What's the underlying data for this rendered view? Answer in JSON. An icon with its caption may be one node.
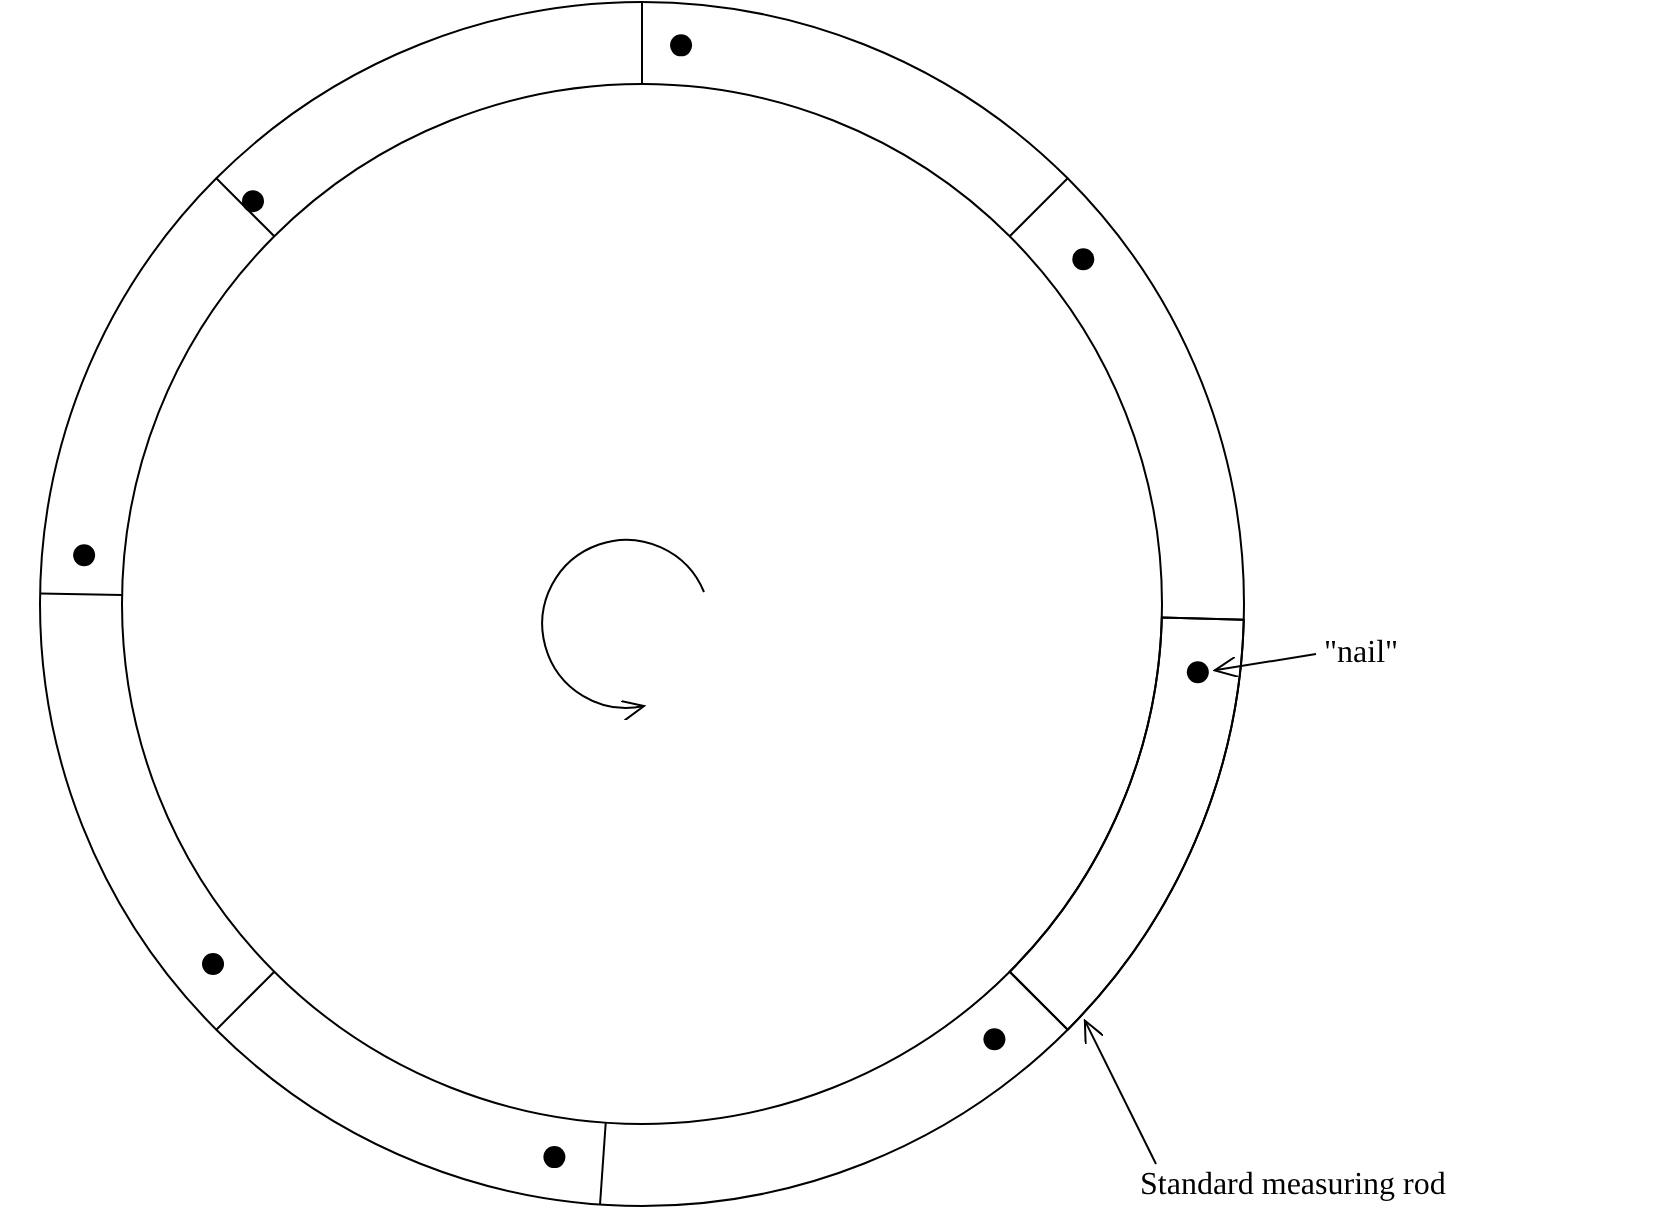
{
  "diagram": {
    "nodes": [
      {
        "text": [
          "\"nail\""
        ]
      },
      {
        "text": [
          "Standard measuring rod"
        ]
      },
      {
        "text": [],
        "shape": "bar"
      },
      {
        "text": [],
        "shape": "circle"
      },
      {
        "text": [],
        "shape": "circle"
      },
      {
        "text": [],
        "shape": "circle"
      },
      {
        "text": [],
        "shape": "circle"
      },
      {
        "text": [],
        "shape": "circle",
        "in": 2
      },
      {
        "text": [],
        "shape": "circle"
      },
      {
        "text": [],
        "shape": "circle"
      },
      {
        "text": [],
        "shape": "circle"
      }
    ],
    "edges": [
      {
        "from": 0,
        "to": 7,
        "arrow": "to"
      },
      {
        "from": 1,
        "to": 2,
        "arrow": "to"
      }
    ]
  }
}
